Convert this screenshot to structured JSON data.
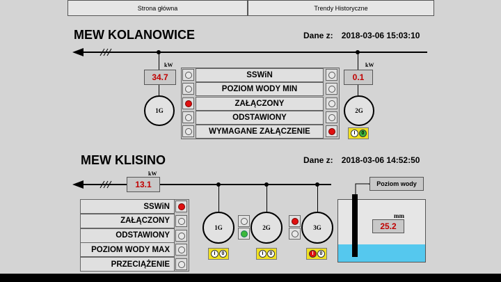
{
  "nav": {
    "home": "Strona główna",
    "trends": "Trendy Historyczne"
  },
  "kolanowice": {
    "title": "MEW KOLANOWICE",
    "dane_label": "Dane z:",
    "timestamp": "2018-03-06 15:03:10",
    "unit_kw": "kW",
    "g1": {
      "label": "1G",
      "power": "34.7"
    },
    "g2": {
      "label": "2G",
      "power": "0.1"
    },
    "status_rows": [
      {
        "label": "SSWiN",
        "left": "off",
        "right": "off"
      },
      {
        "label": "POZIOM WODY MIN",
        "left": "off",
        "right": "off"
      },
      {
        "label": "ZAŁĄCZONY",
        "left": "red",
        "right": "off"
      },
      {
        "label": "ODSTAWIONY",
        "left": "off",
        "right": "off"
      },
      {
        "label": "WYMAGANE ZAŁĄCZENIE",
        "left": "off",
        "right": "red"
      }
    ],
    "switch_g2": {
      "on": "I",
      "off": "0",
      "state": "off-green"
    }
  },
  "klisino": {
    "title": "MEW KLISINO",
    "dane_label": "Dane z:",
    "timestamp": "2018-03-06 14:52:50",
    "unit_kw": "kW",
    "power": "13.1",
    "status_rows": [
      {
        "label": "SSWiN",
        "lamp": "red"
      },
      {
        "label": "ZAŁĄCZONY",
        "lamp": "off"
      },
      {
        "label": "ODSTAWIONY",
        "lamp": "off"
      },
      {
        "label": "POZIOM WODY MAX",
        "lamp": "off"
      },
      {
        "label": "PRZECIĄŻENIE",
        "lamp": "off"
      }
    ],
    "g1": {
      "label": "1G"
    },
    "g2": {
      "label": "2G"
    },
    "g3": {
      "label": "3G"
    },
    "switch_labels": {
      "on": "I",
      "off": "0"
    },
    "water": {
      "title": "Poziom wody",
      "unit": "mm",
      "value": "25.2"
    }
  },
  "colors": {
    "value_red": "#c00000",
    "lamp_red": "#e01010",
    "lamp_green": "#3cb83c",
    "water": "#55c8ee",
    "switch_yellow": "#f0e020"
  }
}
